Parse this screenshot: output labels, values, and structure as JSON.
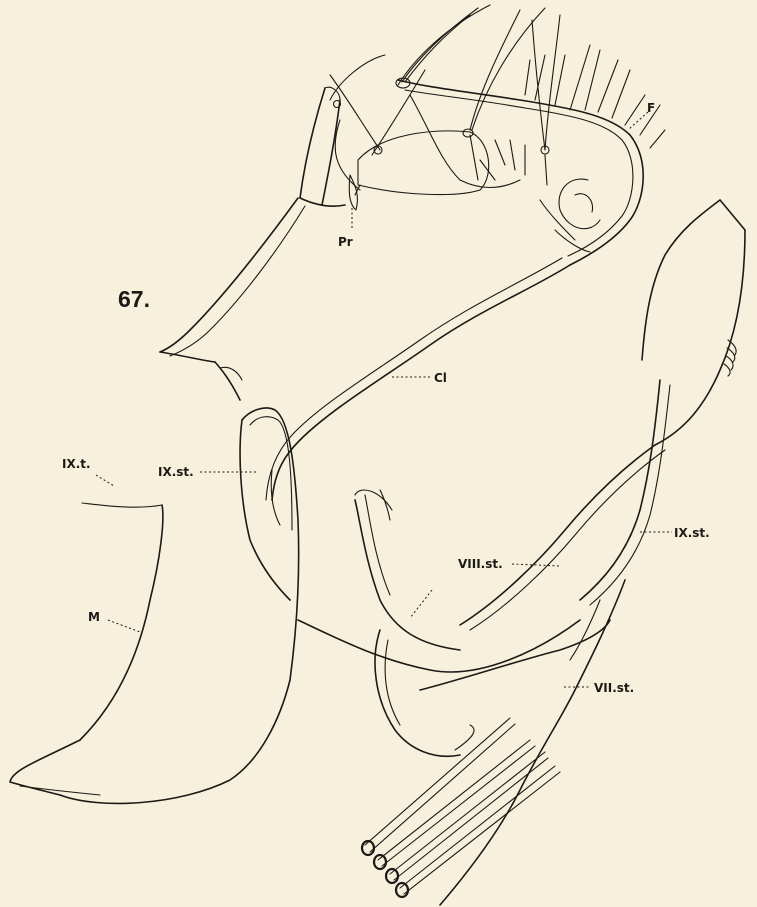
{
  "figure": {
    "number": "67.",
    "labels": {
      "f": "F",
      "pr": "Pr",
      "cl": "Cl",
      "ix_t": "IX.t.",
      "ix_st_left": "IX.st.",
      "ix_st_right": "IX.st.",
      "viii_st": "VIII.st.",
      "m": "M",
      "vii_st": "VII.st."
    }
  }
}
